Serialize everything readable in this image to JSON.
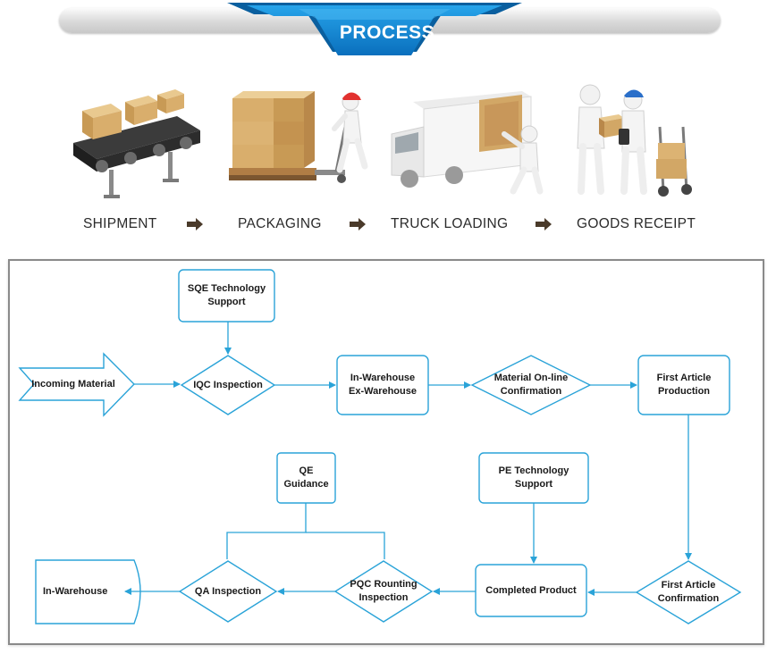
{
  "header": {
    "title": "PROCESS"
  },
  "process": {
    "steps": [
      {
        "label": "SHIPMENT"
      },
      {
        "label": "PACKAGING"
      },
      {
        "label": "TRUCK LOADING"
      },
      {
        "label": "GOODS RECEIPT"
      }
    ]
  },
  "flow": {
    "nodes": {
      "sqe": "SQE Technology\nSupport",
      "incoming": "Incoming Material",
      "iqc": "IQC Inspection",
      "warehouse_io": "In-Warehouse\nEx-Warehouse",
      "material_online": "Material On-line\nConfirmation",
      "first_article_prod": "First Article\nProduction",
      "qe": "QE\nGuidance",
      "pe": "PE Technology\nSupport",
      "in_warehouse": "In-Warehouse",
      "qa": "QA Inspection",
      "pqc": "PQC Rounting\nInspection",
      "completed": "Completed Product",
      "first_article_conf": "First Article\nConfirmation"
    }
  },
  "colors": {
    "flow_line": "#2aa3d8",
    "banner_blue": "#0b86d1",
    "text": "#1a1a1a"
  }
}
